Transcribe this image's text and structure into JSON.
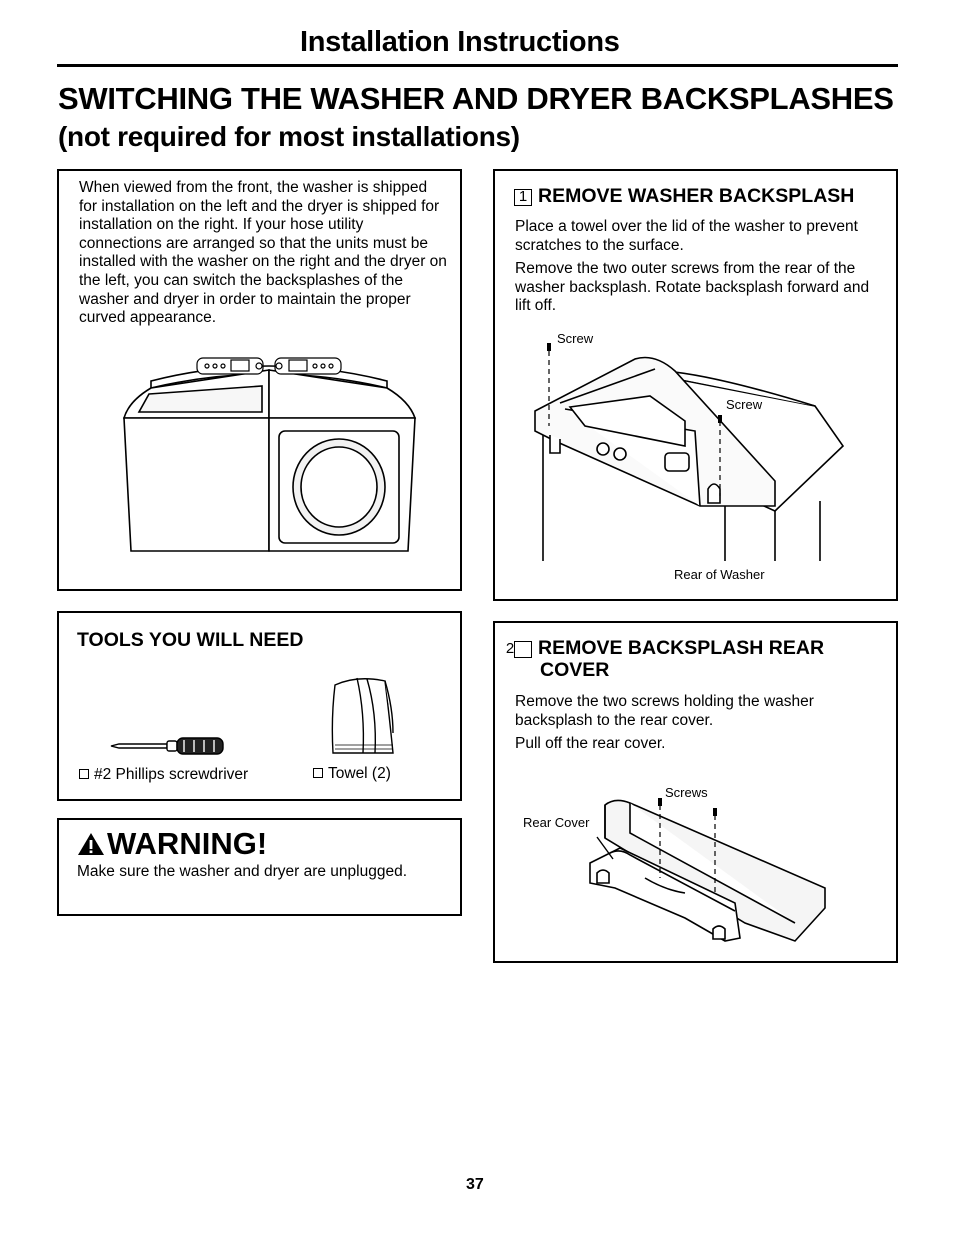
{
  "header": {
    "title": "Installation Instructions"
  },
  "section": {
    "title_main": "SWITCHING THE WASHER AND DRYER BACKSPLASHES",
    "title_sub": "(not required for most installations)"
  },
  "intro": {
    "text": "When viewed from the front, the washer is shipped for installation on the left and the dryer is shipped for installation on the right. If your hose utility connections are arranged so that the units must be installed with the washer on the right and the dryer on the left, you can switch the backsplashes of the washer and dryer in order to maintain the proper curved appearance."
  },
  "step1": {
    "number": "1",
    "title": "REMOVE WASHER BACKSPLASH",
    "p1": "Place a towel over the lid of the washer to prevent scratches to the surface.",
    "p2": "Remove the two outer screws from the rear of the washer backsplash. Rotate backsplash forward and lift off.",
    "figure_labels": {
      "screw_left": "Screw",
      "screw_right": "Screw",
      "rear": "Rear of Washer"
    }
  },
  "tools": {
    "title": "TOOLS YOU WILL NEED",
    "items": [
      "#2 Phillips screwdriver",
      "Towel (2)"
    ]
  },
  "step2": {
    "number": "2",
    "title": "REMOVE BACKSPLASH REAR COVER",
    "p1": "Remove the two screws holding the washer backsplash to the rear cover.",
    "p2": "Pull off the rear cover.",
    "figure_labels": {
      "screws": "Screws",
      "rear_cover": "Rear Cover"
    }
  },
  "warning": {
    "title": "WARNING!",
    "text": "Make sure the washer and dryer are unplugged."
  },
  "page": {
    "number": "37"
  }
}
